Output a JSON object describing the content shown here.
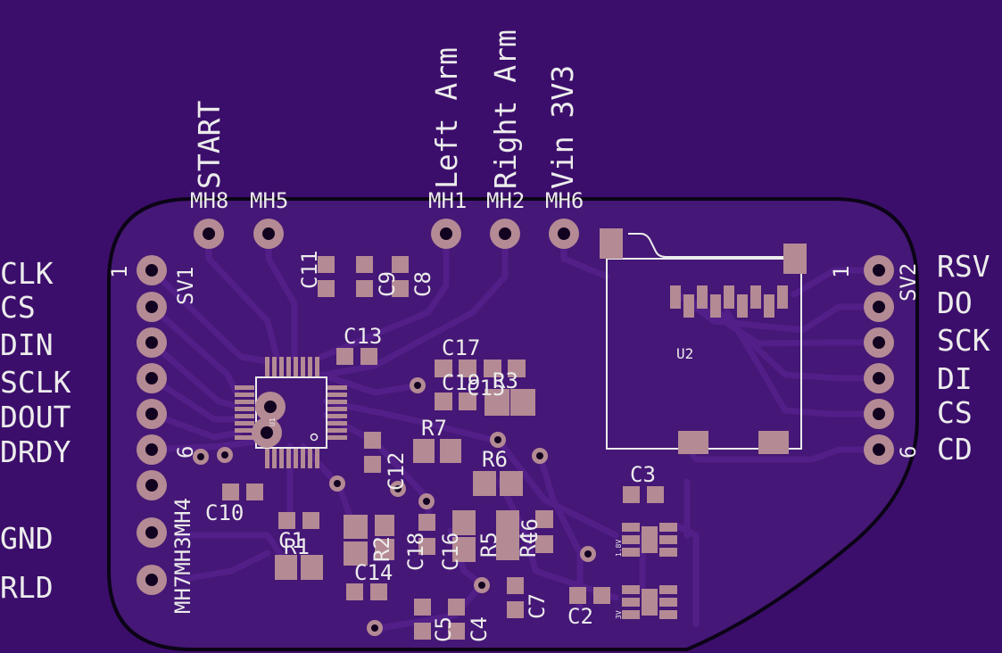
{
  "colors": {
    "background": "#3c0e6b",
    "board_fill": "#451776",
    "board_outline": "#0b0416",
    "copper_pad": "#b48a94",
    "trace": "#521f88",
    "trace_edge": "#2a0650",
    "silkscreen": "#ececec"
  },
  "connectors": {
    "sv1": {
      "ref": "SV1",
      "pin1_marker": "1",
      "pin6_marker": "6",
      "signals": [
        "CLK",
        "CS",
        "DIN",
        "SCLK",
        "DOUT",
        "DRDY"
      ]
    },
    "sv2": {
      "ref": "SV2",
      "pin1_marker": "1",
      "pin6_marker": "6",
      "signals": [
        "RSV",
        "DO",
        "SCK",
        "DI",
        "CS",
        "CD"
      ]
    }
  },
  "side_pads": {
    "refs_label": "MH7MH3MH4",
    "gnd": "GND",
    "rld": "RLD"
  },
  "top_pads": [
    {
      "ref": "MH8",
      "signal": "START"
    },
    {
      "ref": "MH5",
      "signal": ""
    },
    {
      "ref": "MH1",
      "signal": "Left Arm"
    },
    {
      "ref": "MH2",
      "signal": "Right Arm"
    },
    {
      "ref": "MH6",
      "signal": "Vin 3V3"
    }
  ],
  "parts": {
    "C11": "C11",
    "C9": "C9",
    "C8": "C8",
    "C13": "C13",
    "C17": "C17",
    "C19": "C19",
    "R3": "R3",
    "C15": "C15",
    "R7": "R7",
    "R6": "R6",
    "C12": "C12",
    "C10": "C10",
    "C1": "C1",
    "R1": "R1",
    "R2": "R2",
    "C18": "C18",
    "C16": "C16",
    "R5": "R5",
    "R4": "R4",
    "C6": "C6",
    "C14": "C14",
    "C7": "C7",
    "C5": "C5",
    "C4": "C4",
    "C3": "C3",
    "C2": "C2",
    "U2": "U2",
    "U1": "U1"
  },
  "regulators": {
    "top_voltage": "1.8V",
    "bottom_voltage": "3V"
  }
}
